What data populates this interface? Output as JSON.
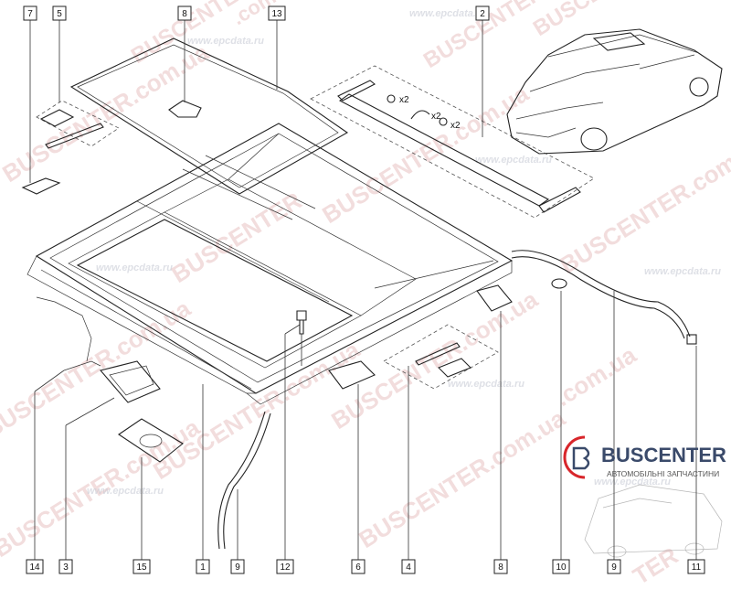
{
  "diagram": {
    "callouts": [
      {
        "id": "c7",
        "number": "7"
      },
      {
        "id": "c5",
        "number": "5"
      },
      {
        "id": "c8a",
        "number": "8"
      },
      {
        "id": "c13",
        "number": "13"
      },
      {
        "id": "c2",
        "number": "2"
      },
      {
        "id": "c14",
        "number": "14"
      },
      {
        "id": "c3",
        "number": "3"
      },
      {
        "id": "c15",
        "number": "15"
      },
      {
        "id": "c1",
        "number": "1"
      },
      {
        "id": "c9a",
        "number": "9"
      },
      {
        "id": "c12",
        "number": "12"
      },
      {
        "id": "c6",
        "number": "6"
      },
      {
        "id": "c4",
        "number": "4"
      },
      {
        "id": "c8b",
        "number": "8"
      },
      {
        "id": "c10",
        "number": "10"
      },
      {
        "id": "c9b",
        "number": "9"
      },
      {
        "id": "c11",
        "number": "11"
      }
    ],
    "quantity_marks": [
      "x2",
      "x2",
      "x2"
    ]
  },
  "watermarks": {
    "brand": "BUSCENTER",
    "site": "BUSCENTER.com.ua",
    "epc": "www.epcdata.ru",
    "epc_short": "www.epcdata.ru",
    "com_ua": ".com.ua",
    "ter": "TER"
  },
  "logo": {
    "title": "BUSCENTER",
    "subtitle": "АВТОМОБІЛЬНІ ЗАПЧАСТИНИ",
    "colors": {
      "red": "#d8262b",
      "navy": "#3a4a6a"
    }
  }
}
